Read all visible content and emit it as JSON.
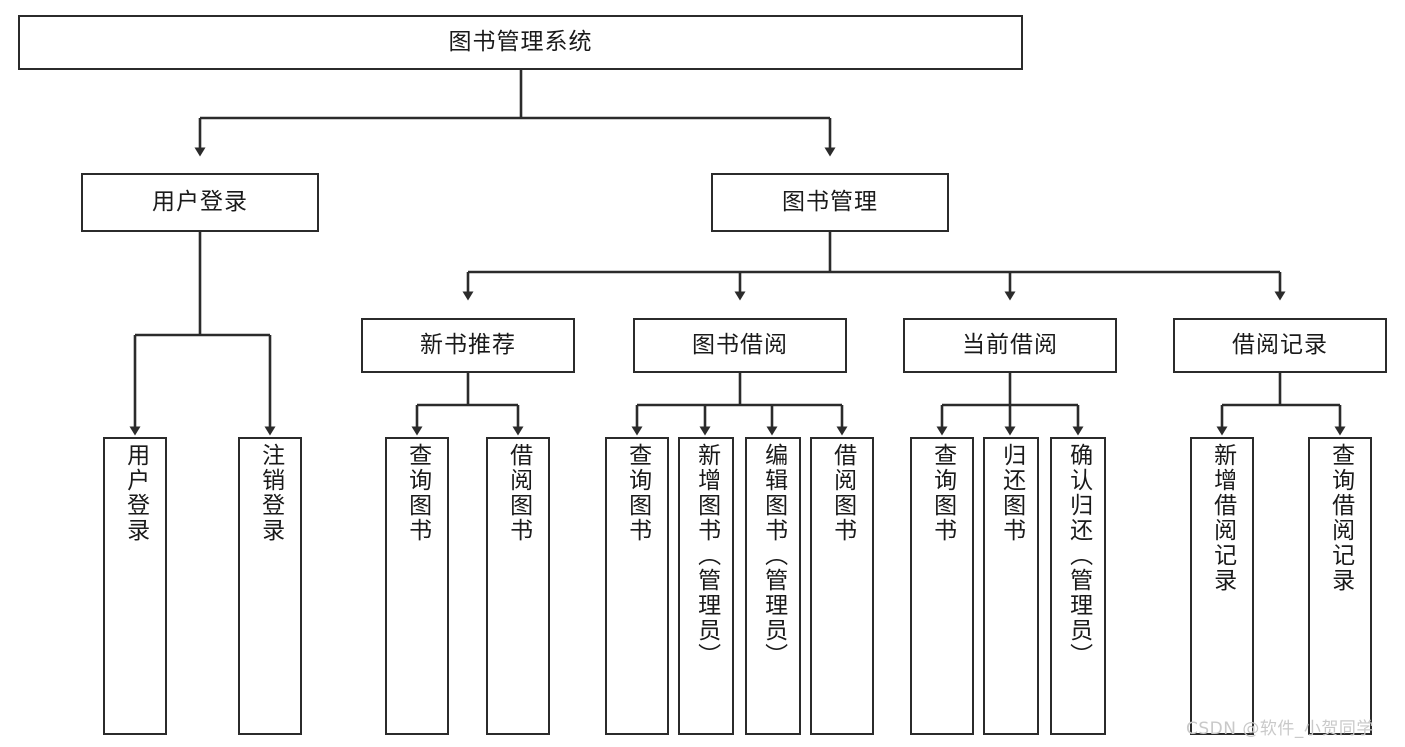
{
  "diagram": {
    "title": "图书管理系统",
    "type": "hierarchy-tree",
    "stroke_color": "#2b2b2b",
    "fill_color": "#ffffff",
    "watermark": "CSDN @软件_小贺同学",
    "nodes": {
      "root": {
        "label": "图书管理系统"
      },
      "level1": [
        {
          "label": "用户登录"
        },
        {
          "label": "图书管理"
        }
      ],
      "level2": [
        {
          "label": "新书推荐"
        },
        {
          "label": "图书借阅"
        },
        {
          "label": "当前借阅"
        },
        {
          "label": "借阅记录"
        }
      ],
      "leaves": {
        "user_login": [
          {
            "label": "用户登录"
          },
          {
            "label": "注销登录"
          }
        ],
        "new_book_recommend": [
          {
            "label": "查询图书"
          },
          {
            "label": "借阅图书"
          }
        ],
        "book_borrow": [
          {
            "label": "查询图书"
          },
          {
            "label": "新增图书（管理员）"
          },
          {
            "label": "编辑图书（管理员）"
          },
          {
            "label": "借阅图书"
          }
        ],
        "current_borrow": [
          {
            "label": "查询图书"
          },
          {
            "label": "归还图书"
          },
          {
            "label": "确认归还（管理员）"
          }
        ],
        "borrow_record": [
          {
            "label": "新增借阅记录"
          },
          {
            "label": "查询借阅记录"
          }
        ]
      }
    }
  }
}
